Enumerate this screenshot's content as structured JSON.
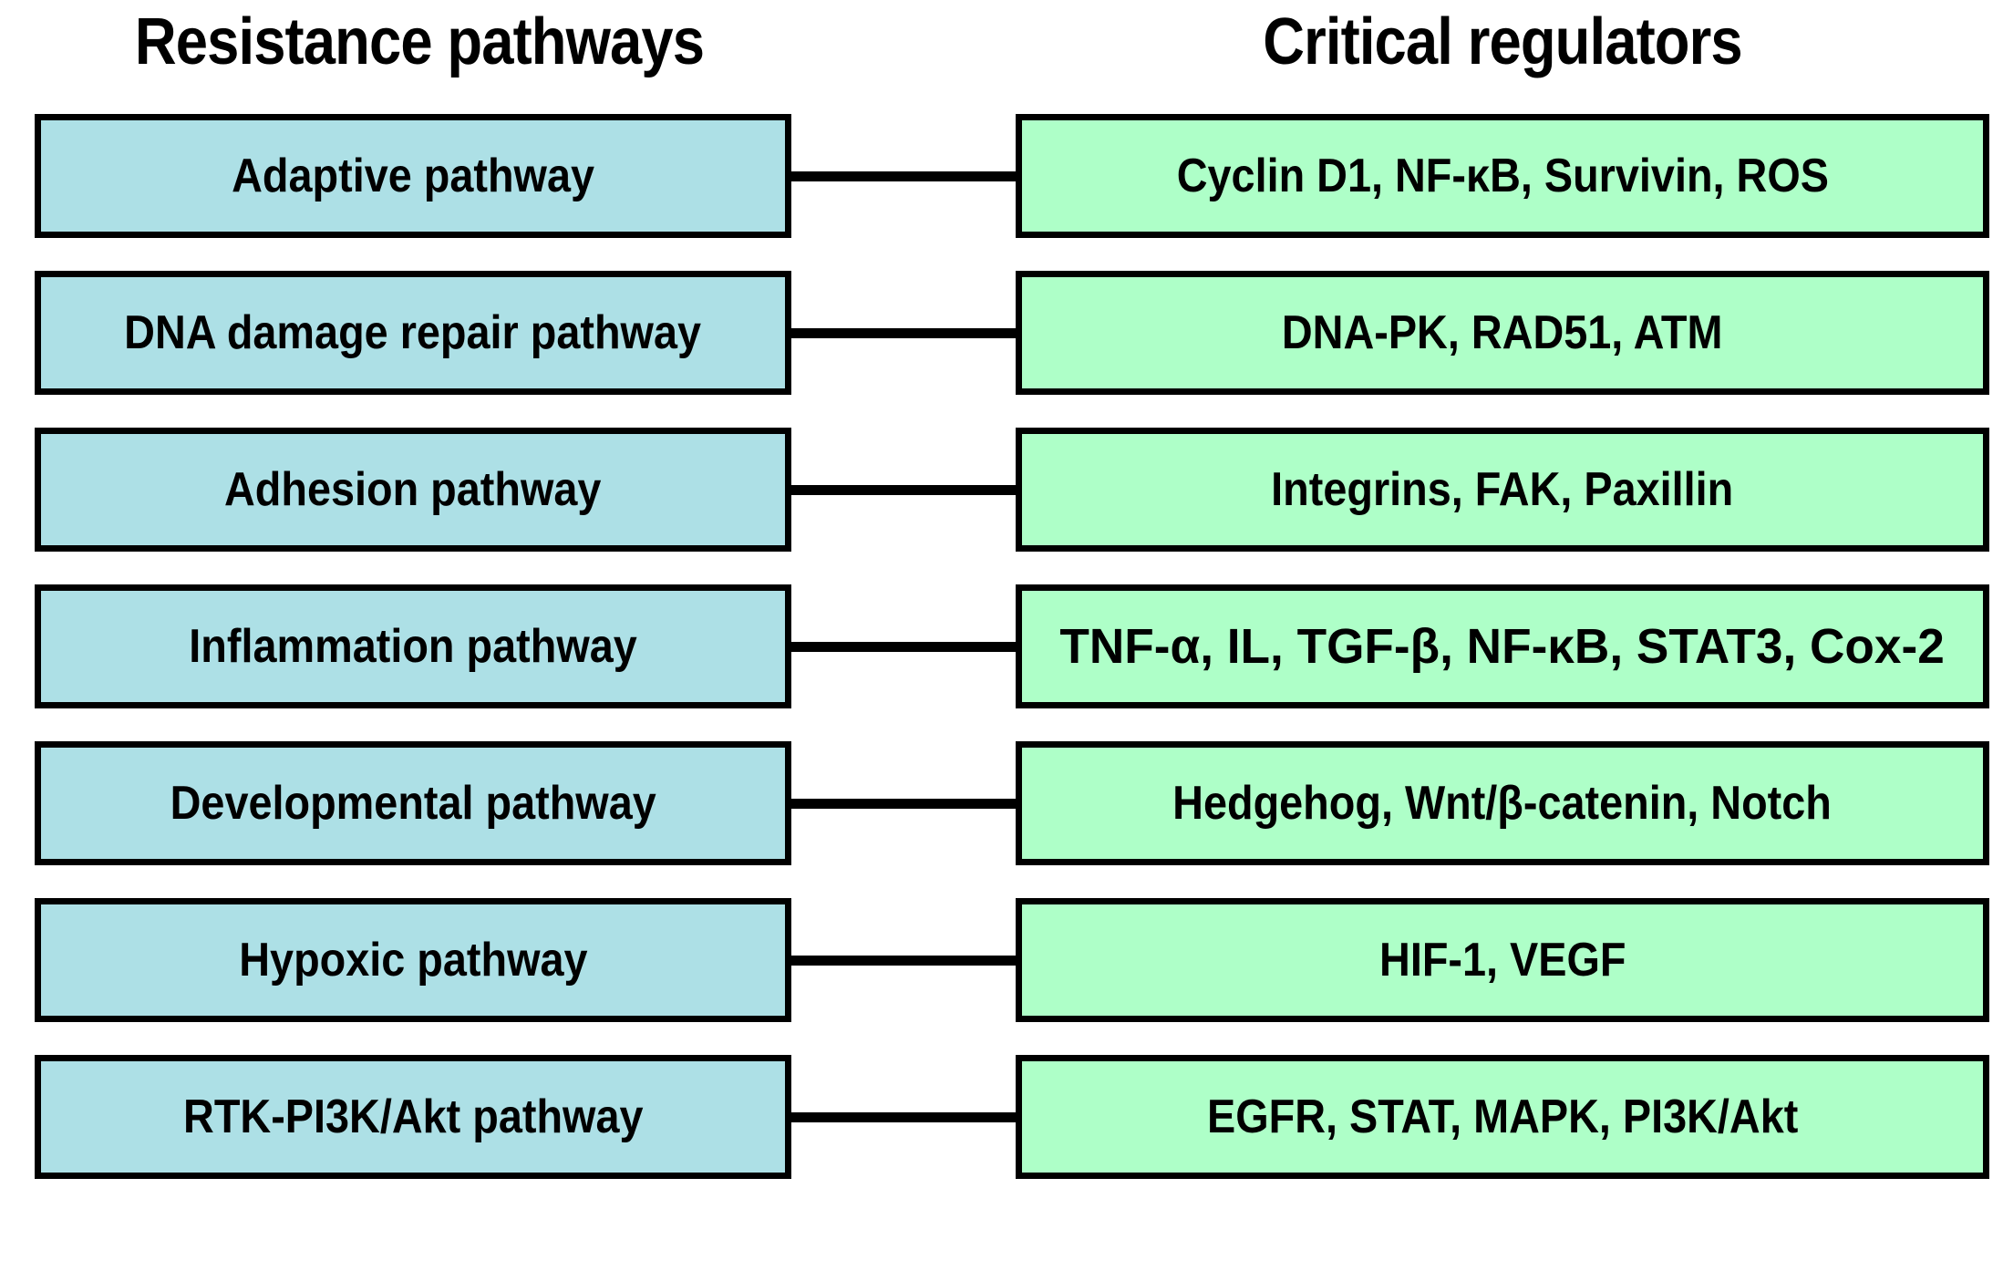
{
  "figure": {
    "title_left": "Resistance pathways",
    "title_right": "Critical regulators",
    "colors": {
      "pathway_box_fill": "#ade0e6",
      "regulator_box_fill": "#aeffc8",
      "border": "#000000",
      "connector": "#000000",
      "text": "#000000",
      "background": "#ffffff"
    }
  },
  "rows": [
    {
      "pathway": "Adaptive pathway",
      "regulators": "Cyclin D1, NF-κB, Survivin, ROS"
    },
    {
      "pathway": "DNA damage repair pathway",
      "regulators": "DNA-PK, RAD51, ATM"
    },
    {
      "pathway": "Adhesion pathway",
      "regulators": "Integrins, FAK, Paxillin"
    },
    {
      "pathway": "Inflammation pathway",
      "regulators": "TNF-α, IL, TGF-β, NF-κB, STAT3, Cox-2"
    },
    {
      "pathway": "Developmental pathway",
      "regulators": "Hedgehog, Wnt/β-catenin, Notch"
    },
    {
      "pathway": "Hypoxic pathway",
      "regulators": "HIF-1, VEGF"
    },
    {
      "pathway": "RTK-PI3K/Akt pathway",
      "regulators": "EGFR, STAT, MAPK, PI3K/Akt"
    }
  ]
}
